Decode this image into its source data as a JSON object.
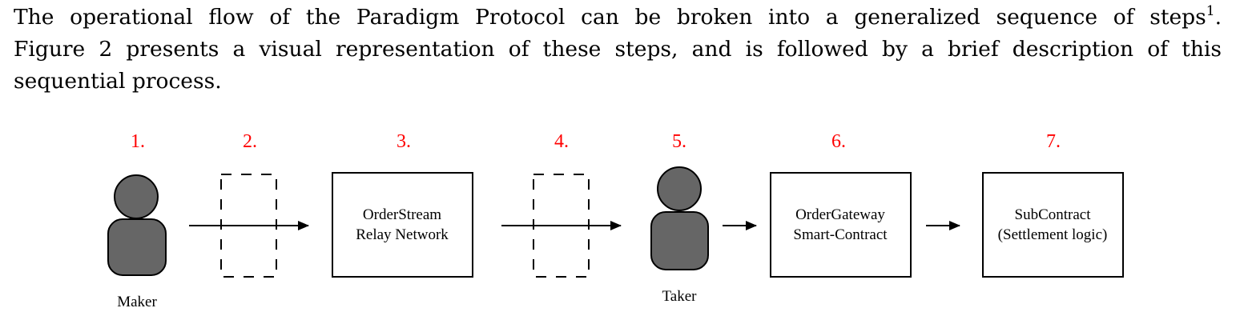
{
  "paragraph": {
    "line1": "The operational flow of the Paradigm Protocol can be broken into a generalized sequence of steps",
    "footnote": "1",
    "line1_end": ".",
    "line2": "Figure 2 presents a visual representation of these steps, and is followed by a brief description of this",
    "line3": "sequential process."
  },
  "figure": {
    "steps": [
      "1.",
      "2.",
      "3.",
      "4.",
      "5.",
      "6.",
      "7."
    ],
    "actors": {
      "maker": "Maker",
      "taker": "Taker"
    },
    "boxes": {
      "orderstream": [
        "OrderStream",
        "Relay Network"
      ],
      "ordergateway": [
        "OrderGateway",
        "Smart-Contract"
      ],
      "subcontract": [
        "SubContract",
        "(Settlement logic)"
      ]
    },
    "colors": {
      "step_numbers": "#ff0000",
      "person_fill": "#666666",
      "stroke": "#000000"
    }
  }
}
